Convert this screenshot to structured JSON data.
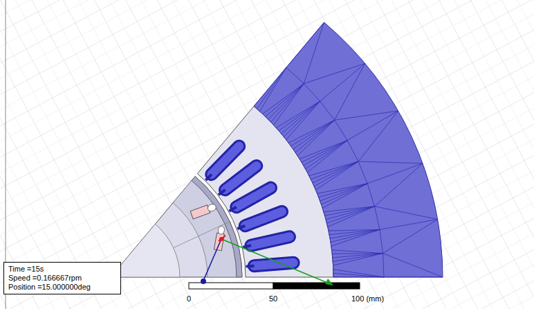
{
  "diagram": {
    "nodes": [
      {
        "text": [
          "Time =15s",
          "Speed =0.166667rpm",
          "Position =15.000000deg"
        ]
      }
    ],
    "labels": [
      "0",
      "50",
      "100 (mm)"
    ]
  }
}
